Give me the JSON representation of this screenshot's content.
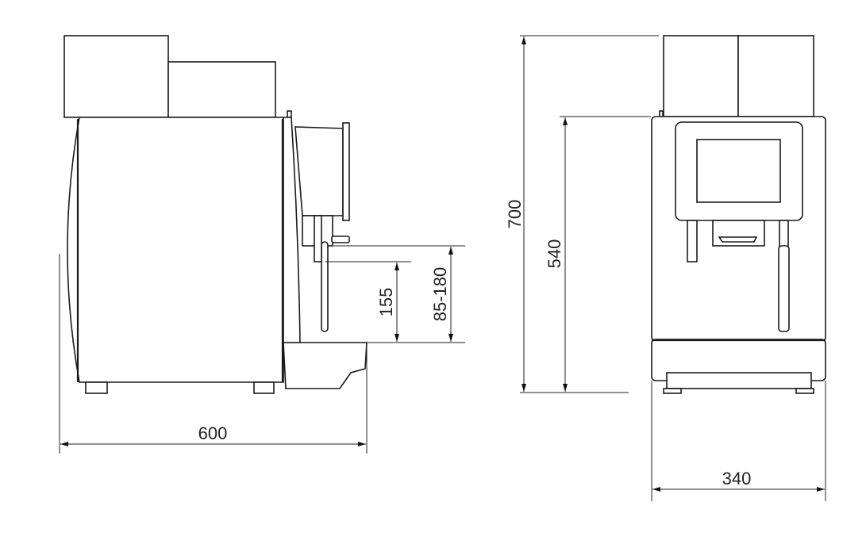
{
  "side_view": {
    "width_label": "600",
    "spout_clearance_label": "155",
    "spout_range_label": "85-180"
  },
  "front_view": {
    "total_height_label": "700",
    "body_height_label": "540",
    "width_label": "340"
  }
}
